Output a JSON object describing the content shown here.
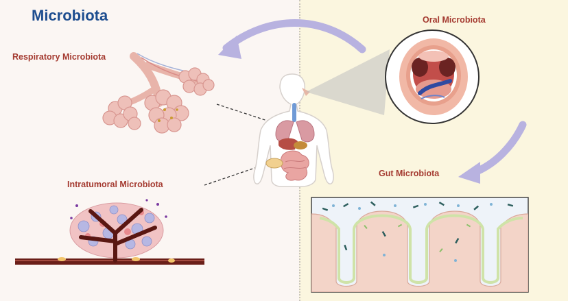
{
  "figure": {
    "title": "Microbiota",
    "labels": {
      "respiratory": "Respiratory Microbiota",
      "oral": "Oral Microbiota",
      "gut": "Gut Microbiota",
      "intratumoral": "Intratumoral Microbiota"
    },
    "colors": {
      "title": "#1d4d8f",
      "label": "#a43a30",
      "arrow": "#b8b2e0",
      "left_panel": "#fbf6f3",
      "right_panel": "#fbf6df"
    }
  }
}
